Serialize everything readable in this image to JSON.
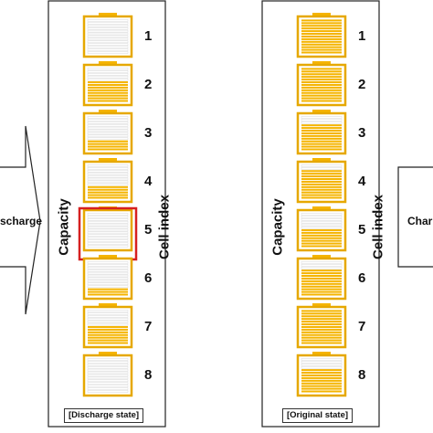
{
  "panels": [
    {
      "caption": "[Discharge state]",
      "capacity_label": "Capacity",
      "index_label": "Cell index",
      "cells": [
        {
          "index": "1",
          "charge_level": 0.0,
          "highlighted": false
        },
        {
          "index": "2",
          "charge_level": 0.6,
          "highlighted": false
        },
        {
          "index": "3",
          "charge_level": 0.3,
          "highlighted": false
        },
        {
          "index": "4",
          "charge_level": 0.35,
          "highlighted": false
        },
        {
          "index": "5",
          "charge_level": 0.0,
          "highlighted": true
        },
        {
          "index": "6",
          "charge_level": 0.25,
          "highlighted": false
        },
        {
          "index": "7",
          "charge_level": 0.55,
          "highlighted": false
        },
        {
          "index": "8",
          "charge_level": 0.0,
          "highlighted": false
        }
      ]
    },
    {
      "caption": "[Original state]",
      "capacity_label": "Capacity",
      "index_label": "Cell index",
      "cells": [
        {
          "index": "1",
          "charge_level": 1.0,
          "highlighted": false
        },
        {
          "index": "2",
          "charge_level": 1.0,
          "highlighted": false
        },
        {
          "index": "3",
          "charge_level": 0.8,
          "highlighted": false
        },
        {
          "index": "4",
          "charge_level": 0.85,
          "highlighted": false
        },
        {
          "index": "5",
          "charge_level": 0.5,
          "highlighted": false
        },
        {
          "index": "6",
          "charge_level": 0.75,
          "highlighted": false
        },
        {
          "index": "7",
          "charge_level": 1.0,
          "highlighted": false
        },
        {
          "index": "8",
          "charge_level": 0.7,
          "highlighted": false
        }
      ]
    }
  ],
  "arrows": {
    "left_label": "scharge",
    "right_label": "Char"
  },
  "colors": {
    "cell_fill": "#f5b400",
    "cell_border": "#e6a800",
    "highlight": "#d62020",
    "line": "#222222"
  }
}
